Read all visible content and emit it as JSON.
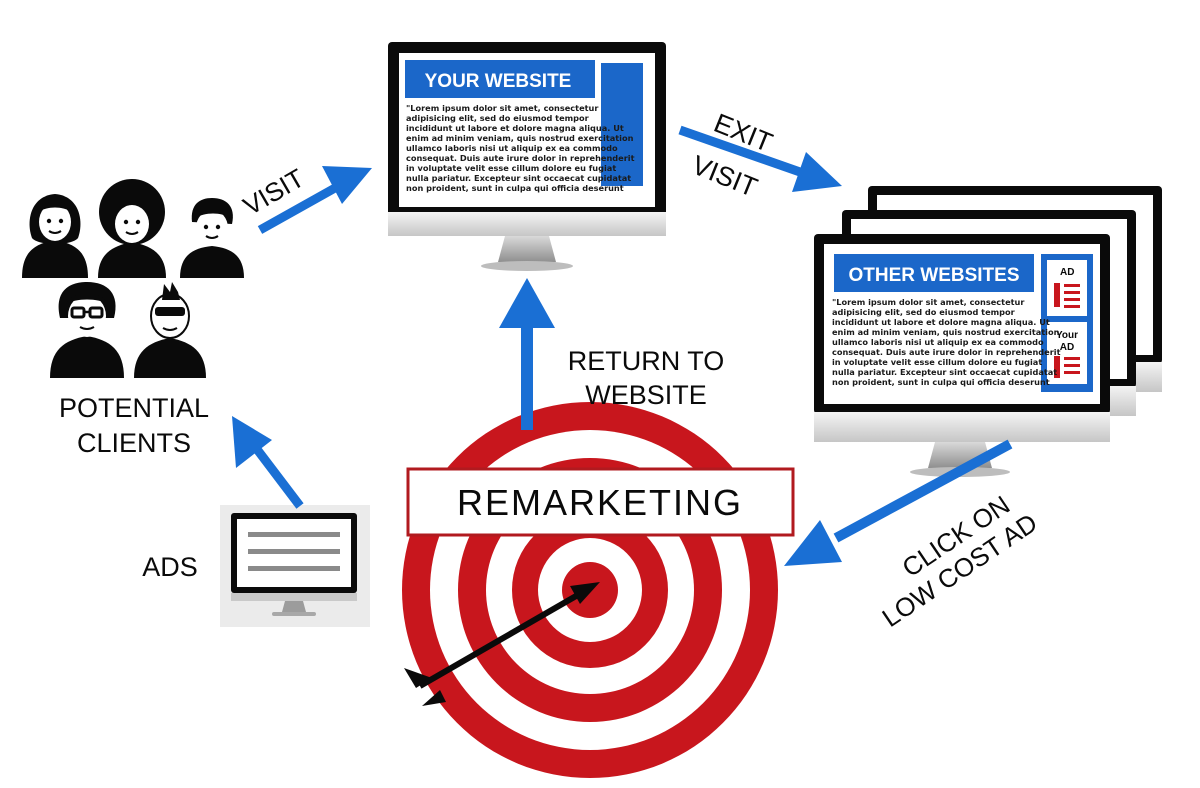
{
  "labels": {
    "visit": "VISIT",
    "exit_line1": "EXIT",
    "exit_line2": "VISIT",
    "return_line1": "RETURN TO",
    "return_line2": "WEBSITE",
    "click_line1": "CLICK ON",
    "click_line2": "LOW COST AD",
    "clients_line1": "POTENTIAL",
    "clients_line2": "CLIENTS",
    "ads": "ADS",
    "remarketing": "REMARKETING"
  },
  "your_website": {
    "title": "YOUR WEBSITE",
    "body_lines": [
      "\"Lorem ipsum dolor sit amet, consectetur",
      "adipisicing elit, sed do eiusmod tempor",
      "incididunt ut labore et dolore magna aliqua. Ut",
      "enim ad minim veniam, quis nostrud exercitation",
      "ullamco laboris nisi ut aliquip ex ea commodo",
      "consequat. Duis aute irure dolor in reprehenderit",
      "in voluptate velit esse cillum dolore eu fugiat",
      "nulla pariatur. Excepteur sint occaecat cupidatat",
      "non proident, sunt in culpa qui officia deserunt"
    ]
  },
  "other_websites": {
    "title": "OTHER WEBSITES",
    "ad_label": "AD",
    "your_ad_line1": "Your",
    "your_ad_line2": "AD",
    "body_lines": [
      "\"Lorem ipsum dolor sit amet, consectetur",
      "adipisicing elit, sed do eiusmod tempor",
      "incididunt ut labore et dolore magna aliqua. Ut",
      "enim ad minim veniam, quis nostrud exercitation",
      "ullamco laboris nisi ut aliquip ex ea commodo",
      "consequat. Duis aute irure dolor in reprehenderit",
      "in voluptate velit esse cillum dolore eu fugiat",
      "nulla pariatur. Excepteur sint occaecat cupidatat",
      "non proident, sunt in culpa qui officia deserunt"
    ]
  },
  "colors": {
    "arrow_blue": "#1a6fd4",
    "site_blue": "#1b67c9",
    "target_red": "#c8161d",
    "black": "#0a0a0a"
  },
  "icons": [
    "person-icon",
    "monitor-icon",
    "target-icon",
    "arrow-icon"
  ]
}
